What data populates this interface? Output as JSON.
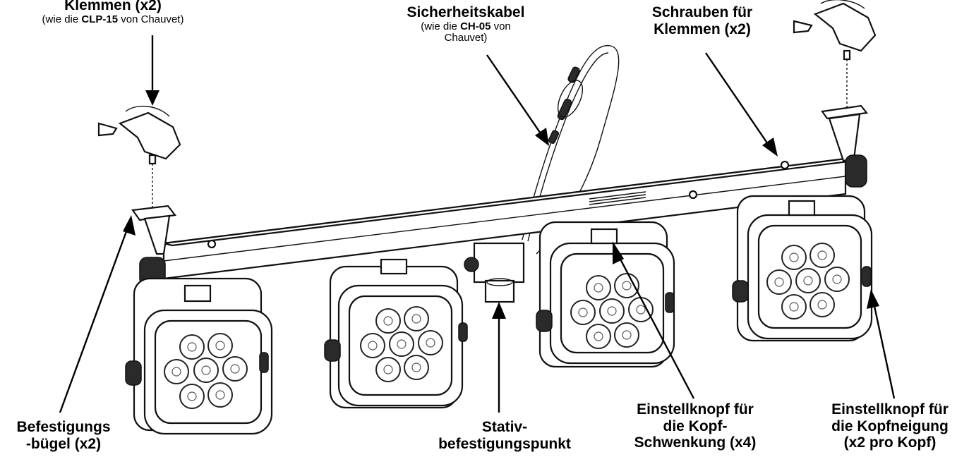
{
  "labels": {
    "clamps": {
      "title": "Klemmen (x2)",
      "sub_prefix": "(wie die ",
      "sub_bold": "CLP-15",
      "sub_suffix": " von Chauvet)"
    },
    "safety": {
      "title": "Sicherheitskabel",
      "sub_prefix": "(wie die ",
      "sub_bold": "CH-05",
      "sub_suffix": " von",
      "sub_line2": "Chauvet)"
    },
    "screws": {
      "line1": "Schrauben für",
      "line2": "Klemmen (x2)"
    },
    "bracket": {
      "line1": "Befestigungs",
      "line2": "-bügel (x2)"
    },
    "stand": {
      "line1": "Stativ-",
      "line2": "befestigungspunkt"
    },
    "pan": {
      "line1": "Einstellknopf für",
      "line2": "die Kopf-",
      "line3": "Schwenkung (x4)"
    },
    "tilt": {
      "line1": "Einstellknopf für",
      "line2": "die Kopfneigung",
      "line3": "(x2 pro Kopf)"
    }
  }
}
